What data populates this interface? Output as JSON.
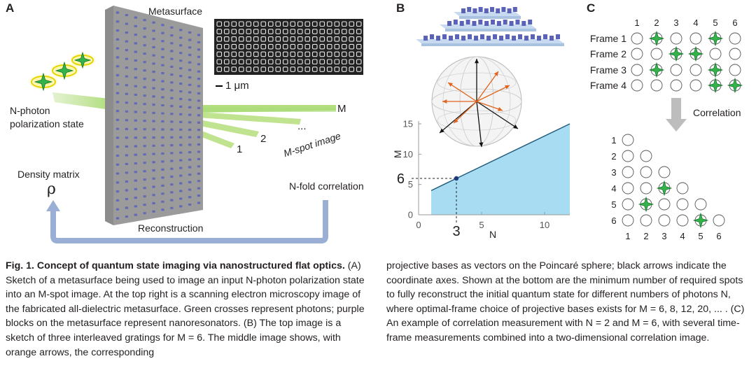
{
  "panel_a": {
    "letter": "A",
    "metasurface": "Metasurface",
    "scale_bar": "1 μm",
    "input_label_1": "N-photon",
    "input_label_2": "polarization state",
    "density_label": "Density matrix",
    "rho": "ρ",
    "spot_labels": [
      "1",
      "2",
      "...",
      "M"
    ],
    "mspot": "M-spot image",
    "nfold": "N-fold correlation",
    "reconstruction": "Reconstruction"
  },
  "panel_b": {
    "letter": "B",
    "six_marker": "6",
    "three_marker": "3"
  },
  "panel_c": {
    "letter": "C",
    "columns": [
      "1",
      "2",
      "3",
      "4",
      "5",
      "6"
    ],
    "frames": [
      "Frame 1",
      "Frame 2",
      "Frame 3",
      "Frame 4"
    ],
    "frame_photons": [
      [
        2,
        5
      ],
      [
        3,
        4
      ],
      [
        2,
        5
      ],
      [
        5,
        6
      ]
    ],
    "correlation": "Correlation",
    "rows": [
      "1",
      "2",
      "3",
      "4",
      "5",
      "6"
    ],
    "bottom_cols": [
      "1",
      "2",
      "3",
      "4",
      "5",
      "6"
    ],
    "correlation_photons": [
      [
        4,
        3
      ],
      [
        5,
        2
      ],
      [
        6,
        5
      ]
    ]
  },
  "chart_data": {
    "type": "area",
    "x": [
      1,
      12
    ],
    "y": [
      4,
      15
    ],
    "xlabel": "N",
    "ylabel": "M",
    "xlim": [
      0,
      12
    ],
    "ylim": [
      0,
      15
    ],
    "xticks": [
      "0",
      "5",
      "10"
    ],
    "yticks": [
      "0",
      "5",
      "10",
      "15"
    ],
    "highlight_point": {
      "x": 3,
      "y": 6
    },
    "fill_color": "#a8dcf3",
    "line_color": "#1f5a7a"
  },
  "caption": {
    "title": "Fig. 1. Concept of quantum state imaging via nanostructured flat optics.",
    "left_body": "(A) Sketch of a metasurface being used to image an input N-photon polarization state into an M-spot image. At the top right is a scanning electron microscopy image of the fabricated all-dielectric metasurface. Green crosses represent photons; purple blocks on the metasurface represent nanoresonators. (B) The top image is a sketch of three interleaved gratings for M = 6. The middle image shows, with orange arrows, the corresponding",
    "right_body": "projective bases as vectors on the Poincaré sphere; black arrows indicate the coordinate axes. Shown at the bottom are the minimum number of required spots to fully reconstruct the initial quantum state for different numbers of photons N, where optimal-frame choice of projective bases exists for M = 6, 8, 12, 20, ... . (C) An example of correlation measurement with N = 2 and M = 6, with several time-frame measurements combined into a two-dimensional correlation image."
  },
  "colors": {
    "photon_green": "#33b34a",
    "photon_glow": "#f3e600",
    "beam_green": "#a6d96a",
    "arrow_blue": "#9aaed6",
    "orange": "#e0641e",
    "block_purple": "#5b63b8"
  }
}
